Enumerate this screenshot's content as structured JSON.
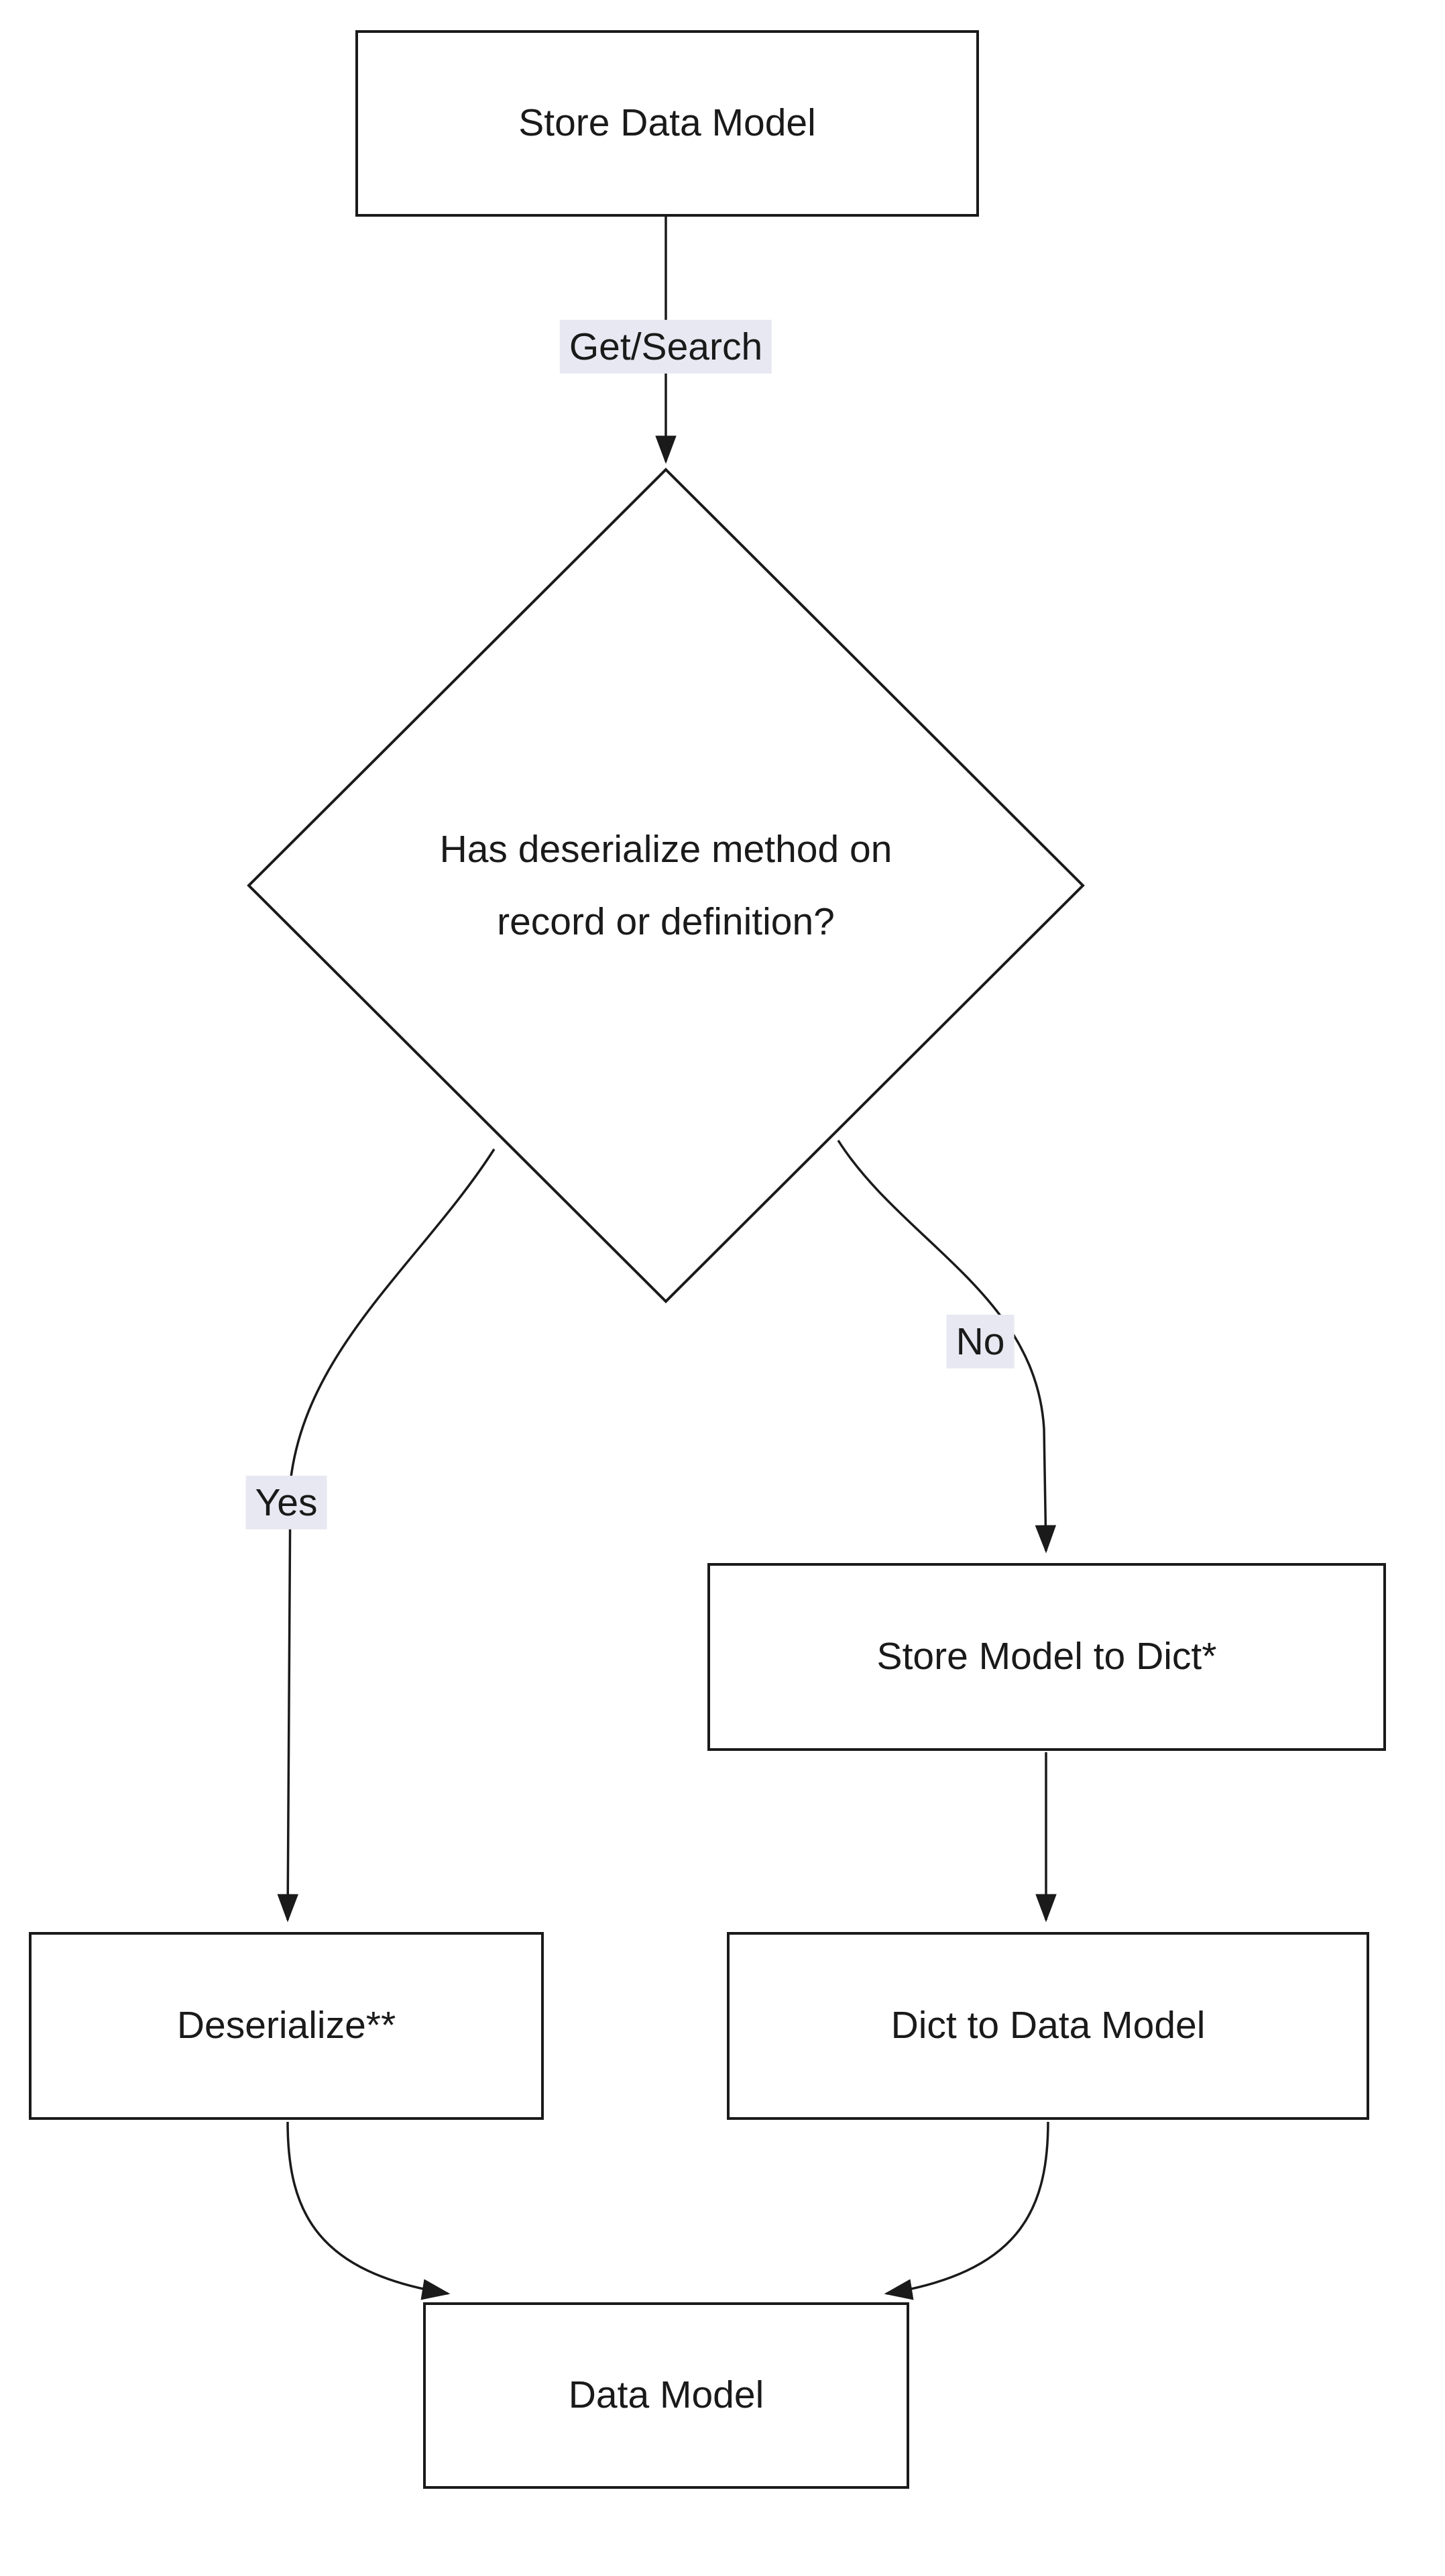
{
  "diagram": {
    "type": "flowchart",
    "direction": "top-down",
    "nodes": {
      "store_data_model": {
        "label": "Store Data Model",
        "shape": "rect"
      },
      "has_deserialize": {
        "label": "Has deserialize method on record or definition?",
        "shape": "diamond"
      },
      "deserialize": {
        "label": "Deserialize**",
        "shape": "rect"
      },
      "store_model_to_dict": {
        "label": "Store Model to Dict*",
        "shape": "rect"
      },
      "dict_to_data_model": {
        "label": "Dict to Data Model",
        "shape": "rect"
      },
      "data_model": {
        "label": "Data Model",
        "shape": "rect"
      }
    },
    "edges": [
      {
        "from": "store_data_model",
        "to": "has_deserialize",
        "label": "Get/Search"
      },
      {
        "from": "has_deserialize",
        "to": "deserialize",
        "label": "Yes"
      },
      {
        "from": "has_deserialize",
        "to": "store_model_to_dict",
        "label": "No"
      },
      {
        "from": "store_model_to_dict",
        "to": "dict_to_data_model",
        "label": ""
      },
      {
        "from": "deserialize",
        "to": "data_model",
        "label": ""
      },
      {
        "from": "dict_to_data_model",
        "to": "data_model",
        "label": ""
      }
    ],
    "colors": {
      "background": "#ffffff",
      "node_fill": "#ffffff",
      "node_border": "#1a1a1a",
      "text": "#1a1a1a",
      "edge_stroke": "#1a1a1a",
      "edge_label_bg": "#e8e8f2"
    }
  }
}
